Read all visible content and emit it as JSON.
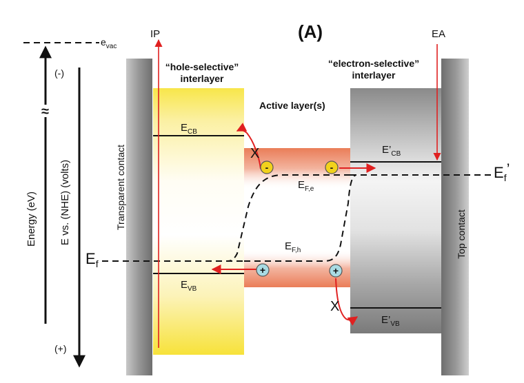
{
  "title": "(A)",
  "vacuum_label": {
    "main": "e",
    "sub": "vac"
  },
  "axis": {
    "energy_label": "Energy (eV)",
    "potential_label": "E vs. (NHE) (volts)",
    "minus_sign": "(-)",
    "plus_sign": "(+)",
    "break_symbol": "≈"
  },
  "top_labels": {
    "ip": "IP",
    "ea": "EA",
    "hole_interlayer_line1": "“hole-selective”",
    "hole_interlayer_line2": "interlayer",
    "electron_interlayer_line1": "“electron-selective”",
    "electron_interlayer_line2": "interlayer",
    "active_layer": "Active layer(s)"
  },
  "contacts": {
    "transparent": "Transparent contact",
    "top": "Top contact"
  },
  "levels": {
    "ecb": {
      "main": "E",
      "sub": "CB"
    },
    "evb": {
      "main": "E",
      "sub": "VB"
    },
    "ecb_prime": {
      "main": "E’",
      "sub": "CB"
    },
    "evb_prime": {
      "main": "E’",
      "sub": "VB"
    },
    "efe": {
      "main": "E",
      "sub": "F,e"
    },
    "efh": {
      "main": "E",
      "sub": "F,h"
    },
    "ef": {
      "main": "E",
      "sub": "f"
    },
    "ef_prime": {
      "main": "E",
      "sub": "f",
      "prime": "’"
    }
  },
  "carriers": {
    "electron_symbol": "-",
    "hole_symbol": "+",
    "blocked_symbol": "X"
  },
  "colors": {
    "accent_red": "#e02020",
    "hole_interlayer": "#f7e33a",
    "active_band": "#ec8a6a",
    "contact_gray": "#8f8f8f",
    "electron_fill": "#f2d21c",
    "hole_fill": "#a9dbe3"
  }
}
